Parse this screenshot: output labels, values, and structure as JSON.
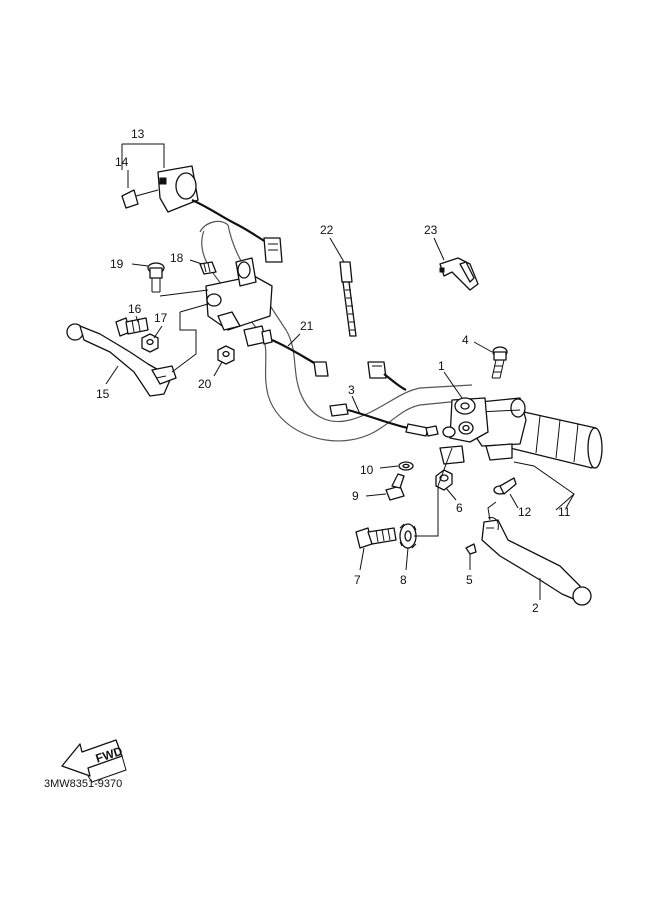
{
  "diagram": {
    "callouts": [
      "1",
      "2",
      "3",
      "4",
      "5",
      "6",
      "7",
      "8",
      "9",
      "10",
      "11",
      "12",
      "13",
      "14",
      "15",
      "16",
      "17",
      "18",
      "19",
      "20",
      "21",
      "22",
      "23"
    ],
    "direction_badge": "FWD",
    "catalog_code": "3MW8351-9370"
  }
}
